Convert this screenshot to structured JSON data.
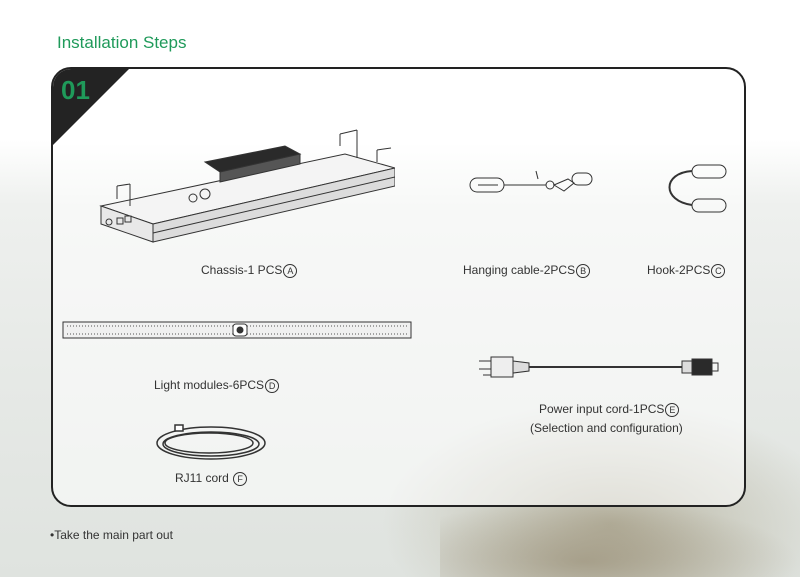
{
  "page_title": "Installation Steps",
  "step": {
    "number": "01",
    "items": [
      {
        "label": "Chassis-1 PCS",
        "marker": "A"
      },
      {
        "label": "Hanging cable-2PCS",
        "marker": "B"
      },
      {
        "label": "Hook-2PCS",
        "marker": "C"
      },
      {
        "label": "Light modules-6PCS",
        "marker": "D"
      },
      {
        "label": "Power input cord-1PCS",
        "marker": "E",
        "note": "(Selection and configuration)"
      },
      {
        "label": "RJ11  cord",
        "marker": "F"
      }
    ]
  },
  "footnote": "•Take the main part out",
  "colors": {
    "accent": "#1f9a5a",
    "corner": "#232323",
    "outline": "#222222"
  }
}
